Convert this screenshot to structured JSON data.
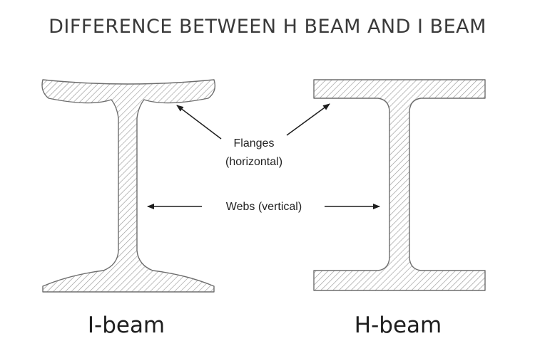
{
  "title": "DIFFERENCE BETWEEN H BEAM AND I BEAM",
  "labels": {
    "flanges_line1": "Flanges",
    "flanges_line2": "(horizontal)",
    "webs": "Webs (vertical)"
  },
  "captions": {
    "i_beam": "I-beam",
    "h_beam": "H-beam"
  },
  "colors": {
    "text": "#1e1e1e",
    "title": "#3a3a3a",
    "hatch": "#9a9a9a",
    "outline": "#6e6e6e"
  }
}
